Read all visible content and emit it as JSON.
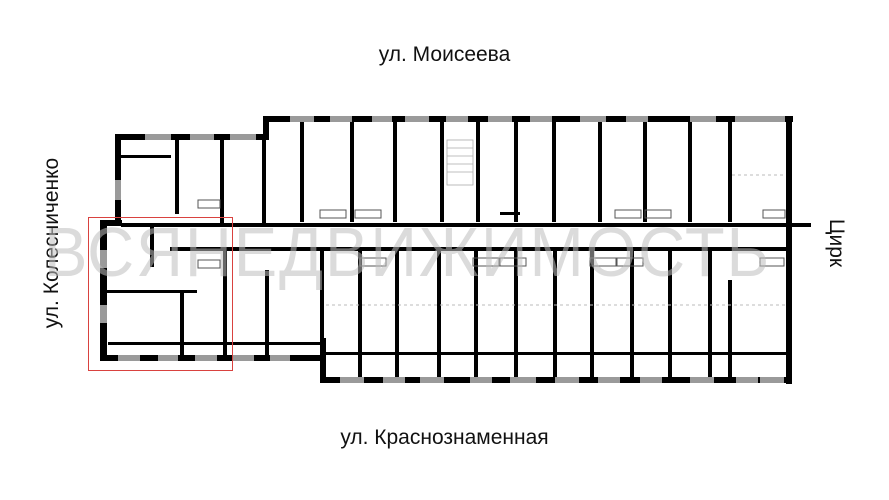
{
  "streets": {
    "top": "ул. Моисеева",
    "bottom": "ул. Краснознаменная",
    "left": "ул. Колесниченко",
    "right": "Цирк"
  },
  "watermark": "ВСЯНЕДВИЖИМОСТЬ",
  "plan": {
    "wall_color": "#000000",
    "window_color": "#9a9a9a",
    "highlight_color": "#d9423f",
    "highlighted_unit": "left-corner-apartment"
  }
}
